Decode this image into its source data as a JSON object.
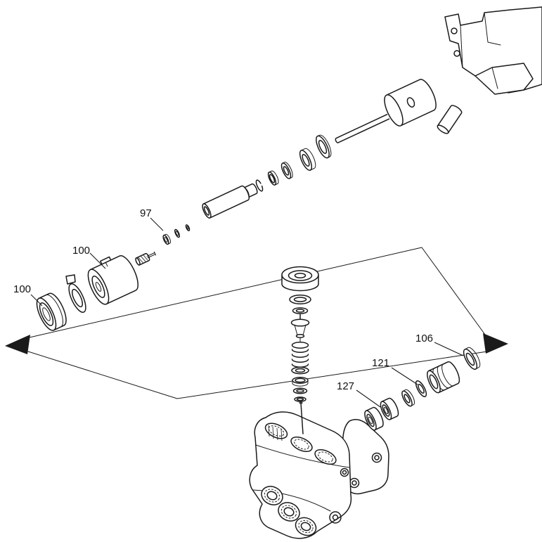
{
  "diagram": {
    "background_color": "#ffffff",
    "line_color": "#1a1a1a",
    "callouts": [
      {
        "label": "97"
      },
      {
        "label": "100"
      },
      {
        "label": "100"
      },
      {
        "label": "106"
      },
      {
        "label": "121"
      },
      {
        "label": "127"
      }
    ]
  }
}
